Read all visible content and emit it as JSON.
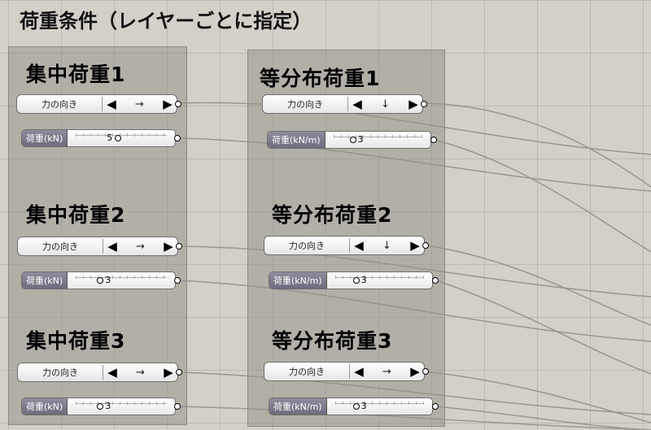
{
  "title": "荷重条件（レイヤーごとに指定）",
  "groups": {
    "point": {
      "items": [
        {
          "label": "集中荷重1",
          "dir_label": "力の向き",
          "dir_value": "→",
          "load_label": "荷重(kN)",
          "value": 5
        },
        {
          "label": "集中荷重2",
          "dir_label": "力の向き",
          "dir_value": "→",
          "load_label": "荷重(kN)",
          "value": 3
        },
        {
          "label": "集中荷重3",
          "dir_label": "力の向き",
          "dir_value": "→",
          "load_label": "荷重(kN)",
          "value": 3
        }
      ]
    },
    "dist": {
      "items": [
        {
          "label": "等分布荷重1",
          "dir_label": "力の向き",
          "dir_value": "↓",
          "load_label": "荷重(kN/m)",
          "value": 3
        },
        {
          "label": "等分布荷重2",
          "dir_label": "力の向き",
          "dir_value": "↓",
          "load_label": "荷重(kN/m)",
          "value": 3
        },
        {
          "label": "等分布荷重3",
          "dir_label": "力の向き",
          "dir_value": "→",
          "load_label": "荷重(kN/m)",
          "value": 3
        }
      ]
    }
  },
  "icons": {
    "left_arrow": "◀",
    "right_arrow": "▶"
  },
  "colors": {
    "canvas": "#d4d0c8",
    "group": "#a9a69e",
    "slider_label": "#7e7c8c",
    "wire": "#9a968e"
  }
}
